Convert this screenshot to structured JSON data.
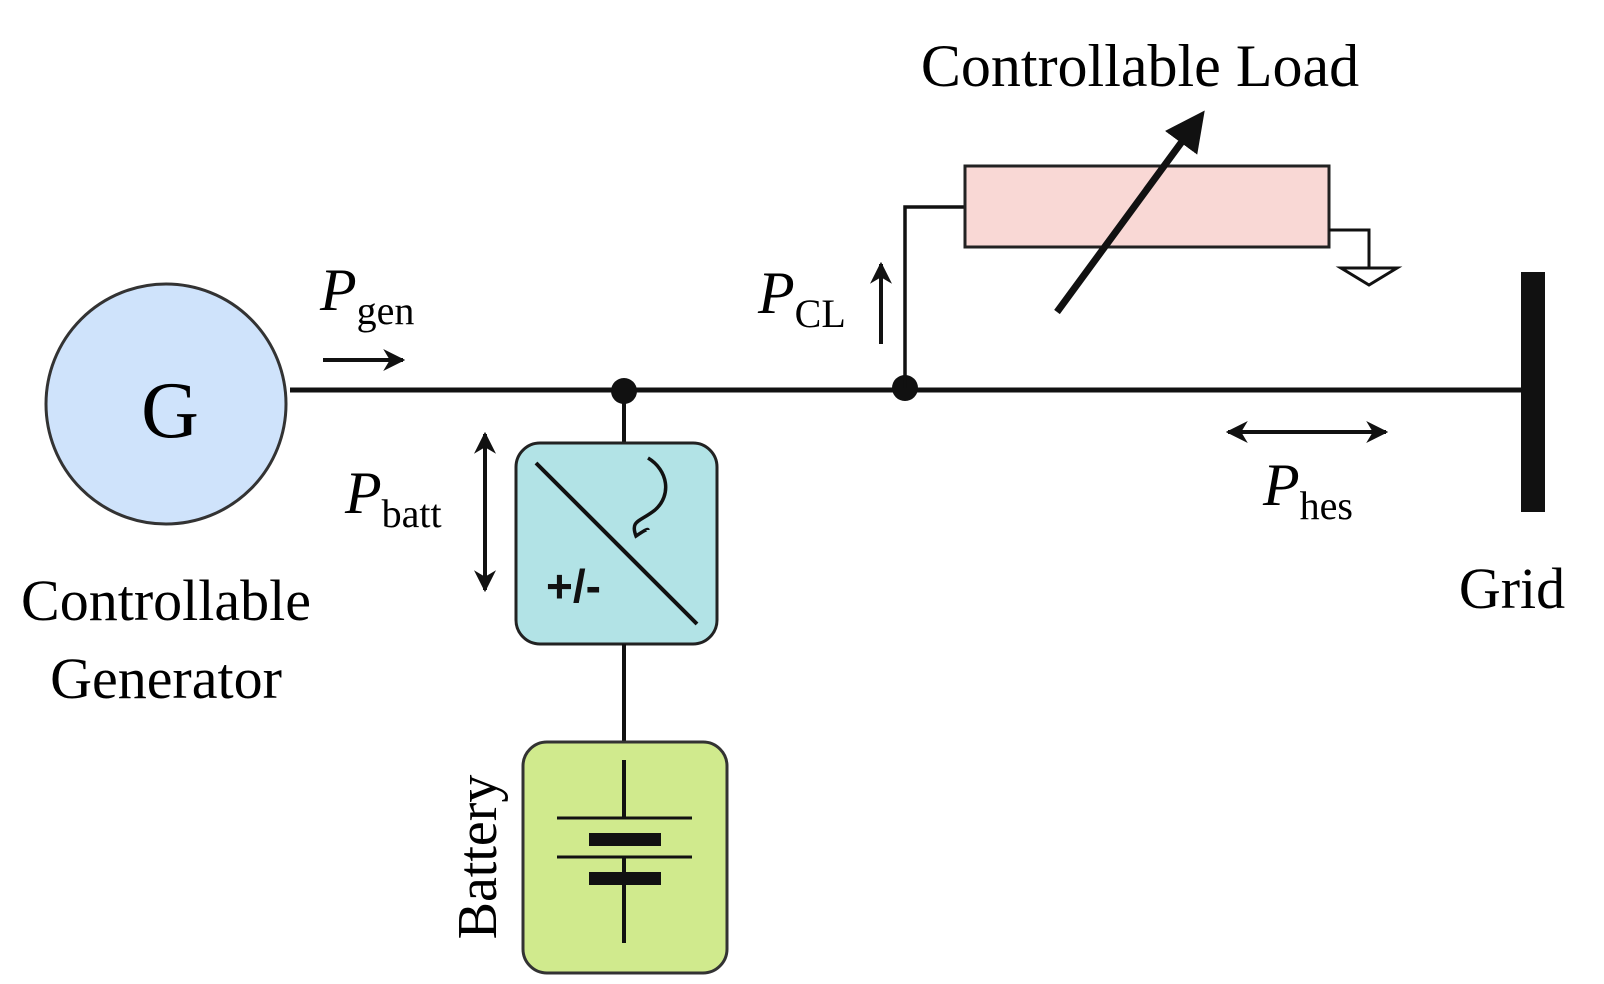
{
  "colors": {
    "generator_fill": "#cfe3fb",
    "converter_fill": "#b2e3e6",
    "battery_fill": "#d0ea8d",
    "load_fill": "#f9d8d5",
    "line": "#111111"
  },
  "generator": {
    "symbol": "G",
    "label_line1": "Controllable",
    "label_line2": "Generator"
  },
  "load": {
    "label": "Controllable Load"
  },
  "grid": {
    "label": "Grid"
  },
  "battery": {
    "label": "Battery"
  },
  "converter": {
    "symbol": "+/-"
  },
  "flows": {
    "gen": {
      "symbol": "P",
      "subscript": "gen"
    },
    "cl": {
      "symbol": "P",
      "subscript": "CL"
    },
    "batt": {
      "symbol": "P",
      "subscript": "batt"
    },
    "hes": {
      "symbol": "P",
      "subscript": "hes"
    }
  },
  "icons": {
    "generator": "generator-circle-icon",
    "converter": "dc-ac-converter-icon",
    "battery": "battery-cell-icon",
    "load": "variable-resistor-icon",
    "ground": "ground-icon",
    "grid": "grid-busbar-icon"
  }
}
